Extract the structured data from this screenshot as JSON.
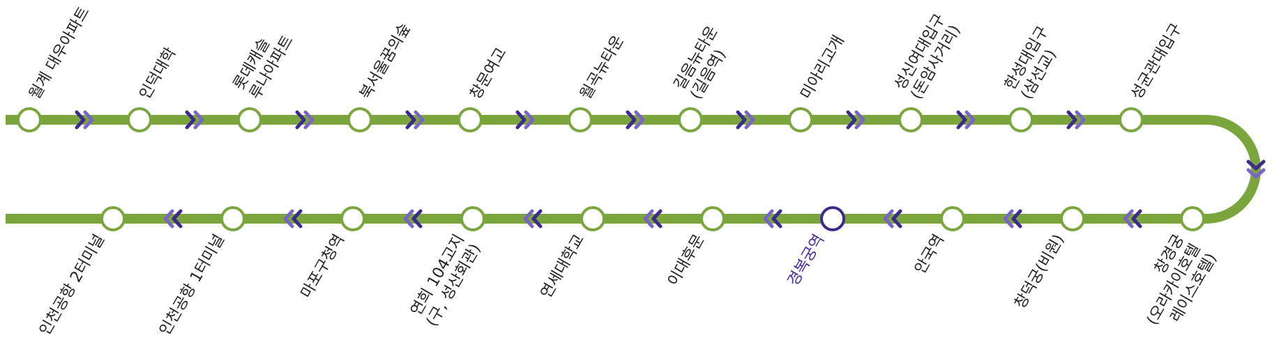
{
  "colors": {
    "line": "#7aa63d",
    "station_fill": "#ffffff",
    "station_stroke": "#7aa63d",
    "current_stroke": "#3d2a8c",
    "current_text": "#4a2c9c",
    "arrow_dark": "#3d2a8c",
    "arrow_light": "#7a66c2",
    "text": "#222222"
  },
  "top_row": {
    "direction": "right",
    "stations": [
      {
        "lines": [
          "월계 대우아파트"
        ]
      },
      {
        "lines": [
          "인덕대학"
        ]
      },
      {
        "lines": [
          "롯데캐슬",
          "루나아파트"
        ]
      },
      {
        "lines": [
          "북서울꿈의숲"
        ]
      },
      {
        "lines": [
          "창문여고"
        ]
      },
      {
        "lines": [
          "월곡뉴타운"
        ]
      },
      {
        "lines": [
          "길음뉴타운",
          "(길음역)"
        ]
      },
      {
        "lines": [
          "미아리고개"
        ]
      },
      {
        "lines": [
          "성신여대입구",
          "(돈암사거리)"
        ]
      },
      {
        "lines": [
          "한성대입구",
          "(삼선교)"
        ]
      },
      {
        "lines": [
          "성균관대입구"
        ]
      }
    ]
  },
  "bottom_row": {
    "direction": "left",
    "stations": [
      {
        "lines": [
          "인천공항 2터미널"
        ]
      },
      {
        "lines": [
          "인천공항 1터미널"
        ]
      },
      {
        "lines": [
          "마포구청역"
        ]
      },
      {
        "lines": [
          "연희 104고지",
          "(구, 성산회관)"
        ]
      },
      {
        "lines": [
          "연세대학교"
        ]
      },
      {
        "lines": [
          "이대후문"
        ]
      },
      {
        "lines": [
          "경복궁역"
        ],
        "current": true
      },
      {
        "lines": [
          "안국역"
        ]
      },
      {
        "lines": [
          "창덕궁(비원)"
        ]
      },
      {
        "lines": [
          "창경궁",
          "(오라카이호텔",
          "레이스호텔)"
        ]
      }
    ]
  }
}
